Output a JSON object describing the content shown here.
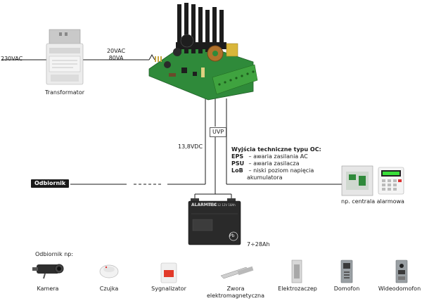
{
  "labels": {
    "mains": "230VAC",
    "transformer": "Transformator",
    "ac_voltage": "20VAC",
    "ac_power": "80VA",
    "dc_voltage": "13,8VDC",
    "uvp": "UVP",
    "receiver_tag": "Odbiornik",
    "battery_capacity": "7÷28Ah",
    "alarm_panel": "np. centrala alarmowa",
    "receivers_heading": "Odbiornik np:"
  },
  "battery": {
    "brand": "ALARMTEC",
    "model": "BP 18-12 12V 18Ah",
    "pb": "Pb"
  },
  "outputs": {
    "heading": "Wyjścia techniczne typu OC:",
    "items": [
      {
        "code": "EPS",
        "text": "– awaria zasilania AC"
      },
      {
        "code": "PSU",
        "text": "– awaria zasilacza"
      },
      {
        "code": "LoB",
        "text": "– niski poziom napięcia"
      }
    ],
    "continuation": "akumulatora"
  },
  "receivers": [
    {
      "name": "Kamera",
      "icon": "camera-icon"
    },
    {
      "name": "Czujka",
      "icon": "smoke-detector-icon"
    },
    {
      "name": "Sygnalizator",
      "icon": "siren-icon"
    },
    {
      "name": "Zwora elektromagnetyczna",
      "line1": "Zwora",
      "line2": "elektromagnetyczna",
      "icon": "electromagnetic-lock-icon"
    },
    {
      "name": "Elektrozaczep",
      "icon": "electric-strike-icon"
    },
    {
      "name": "Domofon",
      "icon": "intercom-icon"
    },
    {
      "name": "Wideodomofon",
      "icon": "video-intercom-icon"
    }
  ],
  "colors": {
    "pcb": "#2f8a3a",
    "terminal": "#3fa33f",
    "heatsink": "#1c1c1c",
    "battery": "#2a2a2a",
    "wire": "#1a1a1a"
  }
}
